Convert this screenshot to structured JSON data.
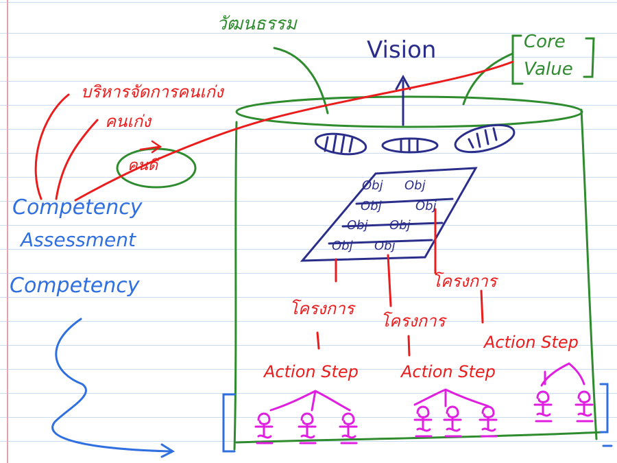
{
  "colors": {
    "green": "#2e8b2e",
    "red": "#ea1c1c",
    "blue": "#2f6fe0",
    "navy": "#2a2e8a",
    "magenta": "#e01ee0"
  },
  "labels": {
    "culture": "วัฒนธรรม",
    "vision": "Vision",
    "core_value_1": "Core",
    "core_value_2": "Value",
    "manage_talent": "บริหารจัดการคนเก่ง",
    "talent": "คนเก่ง",
    "good_people": "คนดี",
    "competency_assessment_1": "Competency",
    "competency_assessment_2": "Assessment",
    "competency": "Competency",
    "project_left": "โครงการ",
    "project_middle": "โครงการ",
    "project_right": "โครงการ",
    "action_step_left": "Action Step",
    "action_step_middle": "Action Step",
    "action_step_right": "Action Step",
    "objective": "Obj"
  },
  "icons": {
    "people": "stick-figure-icon",
    "arrow": "arrow-up-icon"
  }
}
